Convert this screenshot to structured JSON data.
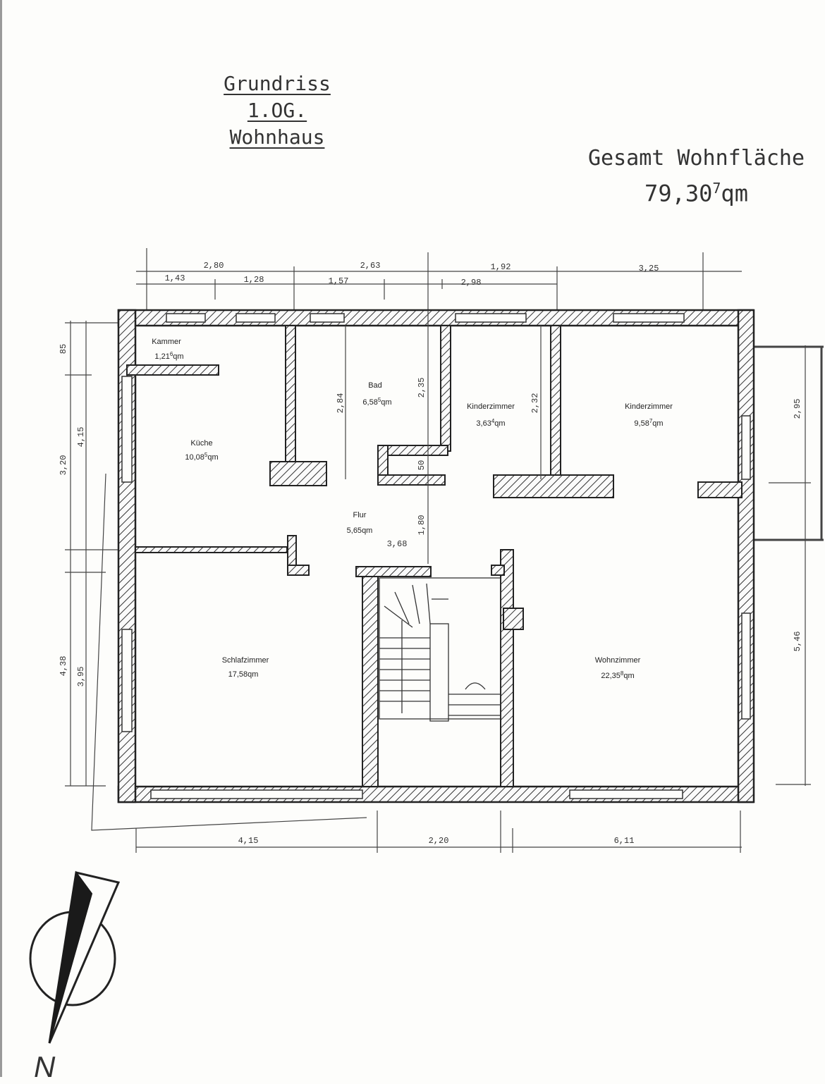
{
  "title": {
    "line1": "Grundriss 1.OG.",
    "line2": "Wohnhaus"
  },
  "total_area": {
    "label": "Gesamt Wohnfläche",
    "value": "79,30",
    "value_sup": "7",
    "unit": "qm"
  },
  "rooms": [
    {
      "name": "Kammer",
      "area": "1,21",
      "sup": "6",
      "unit": "qm"
    },
    {
      "name": "Bad",
      "area": "6,58",
      "sup": "5",
      "unit": "qm"
    },
    {
      "name": "Kinderzimmer",
      "area": "3,63",
      "sup": "4",
      "unit": "qm"
    },
    {
      "name": "Kinderzimmer",
      "area": "9,58",
      "sup": "7",
      "unit": "qm"
    },
    {
      "name": "Küche",
      "area": "10,08",
      "sup": "5",
      "unit": "qm"
    },
    {
      "name": "Flur",
      "area": "5,65",
      "sup": "",
      "unit": "qm"
    },
    {
      "name": "Schlafzimmer",
      "area": "17,58",
      "sup": "",
      "unit": "qm"
    },
    {
      "name": "Wohnzimmer",
      "area": "22,35",
      "sup": "8",
      "unit": "qm"
    }
  ],
  "dimensions": {
    "top_outer": [
      "2,80",
      "2,63",
      "1,92",
      "3,25"
    ],
    "top_inner": [
      "1,43",
      "1,28",
      "1,57",
      "2,98"
    ],
    "left": [
      "85",
      "4,15",
      "3,20",
      "4,38",
      "3,95"
    ],
    "right": [
      "2,95",
      "5,46"
    ],
    "bottom": [
      "4,15",
      "2,20",
      "6,11"
    ],
    "interior": [
      "2,84",
      "2,35",
      "2,32",
      "50",
      "1,80",
      "3,68"
    ]
  },
  "north_label": "N"
}
